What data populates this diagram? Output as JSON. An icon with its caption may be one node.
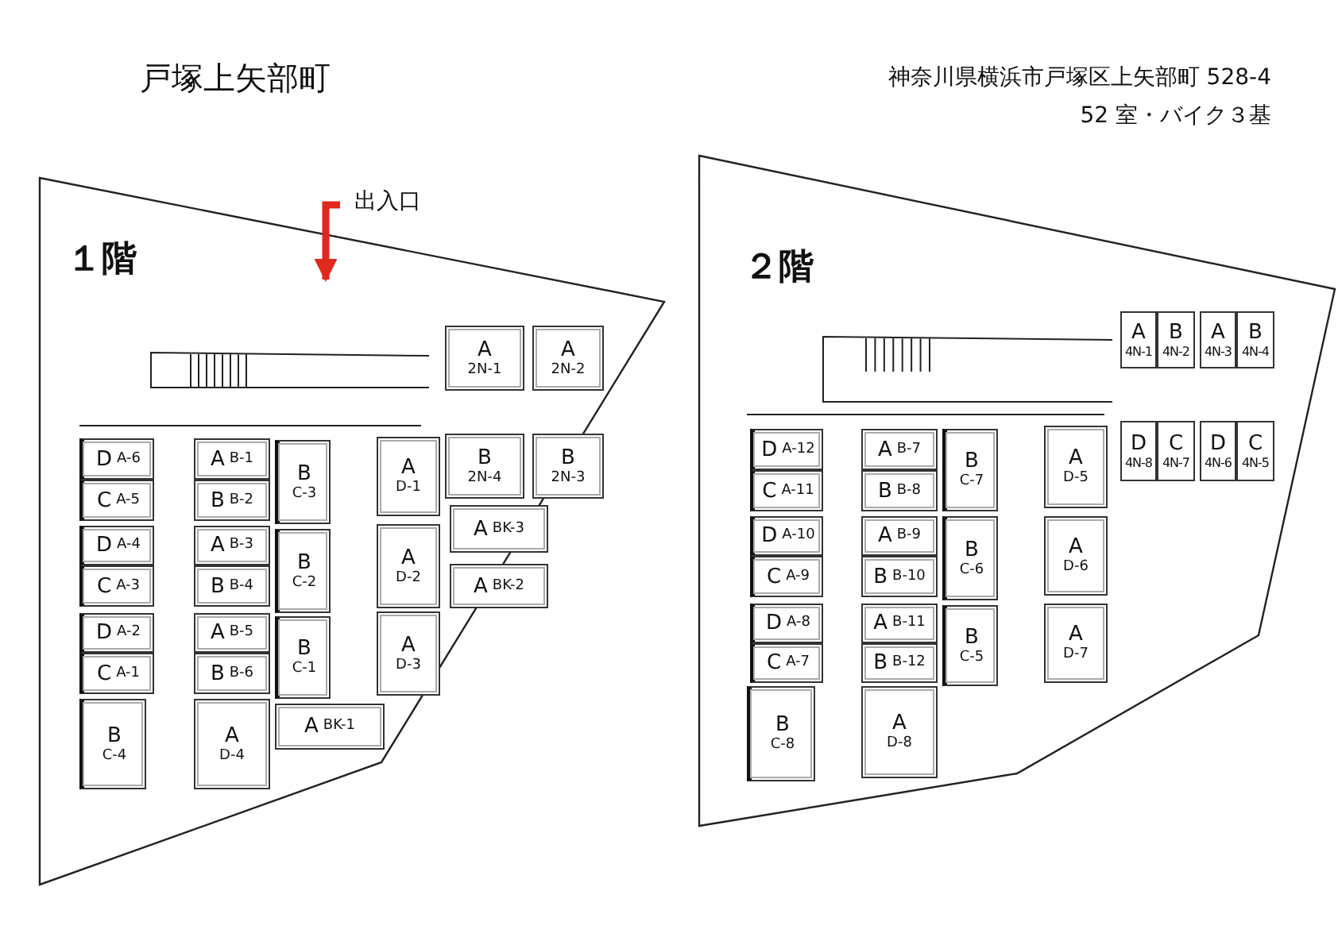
{
  "diagram": {
    "title": "戸塚上矢部町",
    "nodes": [
      {
        "text": [
          "出入口"
        ]
      },
      {
        "text": [
          "１階"
        ]
      },
      {
        "text": [
          "A",
          "2N-1"
        ],
        "in": 1
      },
      {
        "text": [
          "A",
          "2N-2"
        ],
        "in": 1
      },
      {
        "text": [
          "B",
          "2N-4"
        ],
        "in": 1
      },
      {
        "text": [
          "B",
          "2N-3"
        ],
        "in": 1
      },
      {
        "text": [
          "D",
          "A-6"
        ],
        "in": 1
      },
      {
        "text": [
          "A",
          "B-1"
        ],
        "in": 1
      },
      {
        "text": [
          "B",
          "C-3"
        ],
        "in": 1
      },
      {
        "text": [
          "A",
          "D-1"
        ],
        "in": 1
      },
      {
        "text": [
          "A",
          "BK-3"
        ],
        "in": 1
      },
      {
        "text": [
          "C",
          "A-5"
        ],
        "in": 1
      },
      {
        "text": [
          "B",
          "B-2"
        ],
        "in": 1
      },
      {
        "text": [
          "D",
          "A-4"
        ],
        "in": 1
      },
      {
        "text": [
          "A",
          "B-3"
        ],
        "in": 1
      },
      {
        "text": [
          "B",
          "C-2"
        ],
        "in": 1
      },
      {
        "text": [
          "A",
          "D-2"
        ],
        "in": 1
      },
      {
        "text": [
          "A",
          "BK-2"
        ],
        "in": 1
      },
      {
        "text": [
          "C",
          "A-3"
        ],
        "in": 1
      },
      {
        "text": [
          "B",
          "B-4"
        ],
        "in": 1
      },
      {
        "text": [
          "D",
          "A-2"
        ],
        "in": 1
      },
      {
        "text": [
          "A",
          "B-5"
        ],
        "in": 1
      },
      {
        "text": [
          "B",
          "C-1"
        ],
        "in": 1
      },
      {
        "text": [
          "A",
          "D-3"
        ],
        "in": 1
      },
      {
        "text": [
          "C",
          "A-1"
        ],
        "in": 1
      },
      {
        "text": [
          "B",
          "B-6"
        ],
        "in": 1
      },
      {
        "text": [
          "B",
          "C-4"
        ],
        "in": 1
      },
      {
        "text": [
          "A",
          "D-4"
        ],
        "in": 1
      },
      {
        "text": [
          "A",
          "BK-1"
        ],
        "in": 1
      },
      {
        "text": [
          "２階"
        ]
      },
      {
        "text": [
          "A",
          "4N-1"
        ],
        "in": 29
      },
      {
        "text": [
          "B",
          "4N-2"
        ],
        "in": 29
      },
      {
        "text": [
          "A",
          "4N-3"
        ],
        "in": 29
      },
      {
        "text": [
          "B",
          "4N-4"
        ],
        "in": 29
      },
      {
        "text": [
          "D",
          "4N-8"
        ],
        "in": 29
      },
      {
        "text": [
          "C",
          "4N-7"
        ],
        "in": 29
      },
      {
        "text": [
          "D",
          "4N-6"
        ],
        "in": 29
      },
      {
        "text": [
          "C",
          "4N-5"
        ],
        "in": 29
      },
      {
        "text": [
          "D",
          "A-12"
        ],
        "in": 29
      },
      {
        "text": [
          "A",
          "B-7"
        ],
        "in": 29
      },
      {
        "text": [
          "B",
          "C-7"
        ],
        "in": 29
      },
      {
        "text": [
          "A",
          "D-5"
        ],
        "in": 29
      },
      {
        "text": [
          "C",
          "A-11"
        ],
        "in": 29
      },
      {
        "text": [
          "B",
          "B-8"
        ],
        "in": 29
      },
      {
        "text": [
          "D",
          "A-10"
        ],
        "in": 29
      },
      {
        "text": [
          "A",
          "B-9"
        ],
        "in": 29
      },
      {
        "text": [
          "B",
          "C-6"
        ],
        "in": 29
      },
      {
        "text": [
          "A",
          "D-6"
        ],
        "in": 29
      },
      {
        "text": [
          "C",
          "A-9"
        ],
        "in": 29
      },
      {
        "text": [
          "B",
          "B-10"
        ],
        "in": 29
      },
      {
        "text": [
          "D",
          "A-8"
        ],
        "in": 29
      },
      {
        "text": [
          "A",
          "B-11"
        ],
        "in": 29
      },
      {
        "text": [
          "B",
          "C-5"
        ],
        "in": 29
      },
      {
        "text": [
          "A",
          "D-7"
        ],
        "in": 29
      },
      {
        "text": [
          "C",
          "A-7"
        ],
        "in": 29
      },
      {
        "text": [
          "B",
          "B-12"
        ],
        "in": 29
      },
      {
        "text": [
          "B",
          "C-8"
        ],
        "in": 29
      },
      {
        "text": [
          "A",
          "D-8"
        ],
        "in": 29
      }
    ],
    "edges": [
      {
        "from": 0,
        "to": 1,
        "arrow": "to",
        "color": "#e0281e"
      }
    ],
    "labels": [
      "神奈川県横浜市戸塚区上矢部町 528-4",
      "52 室・バイク３基"
    ]
  }
}
